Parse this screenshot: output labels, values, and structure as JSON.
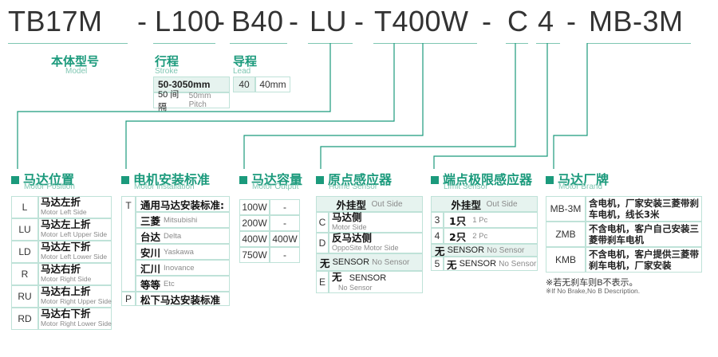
{
  "code": {
    "parts": [
      "TB17M",
      "-",
      "L100",
      "-",
      "B40",
      "-",
      "LU",
      "-",
      "T400W",
      "-",
      "C",
      "4",
      "-",
      "MB-3M"
    ]
  },
  "model_block": {
    "cn": "本体型号",
    "en": "Model"
  },
  "stroke_block": {
    "cn": "行程",
    "en": "Stroke",
    "range": "50-3050mm",
    "pitch_cn": "50 间隔",
    "pitch_en": "50mm Pitch"
  },
  "lead_block": {
    "cn": "导程",
    "en": "Lead",
    "code": "40",
    "value": "40mm"
  },
  "motor_position": {
    "cn": "马达位置",
    "en": "Motor Position",
    "rows": [
      {
        "code": "L",
        "cn": "马达左折",
        "en": "Motor Left Side"
      },
      {
        "code": "LU",
        "cn": "马达左上折",
        "en": "Motor Left Upper Side"
      },
      {
        "code": "LD",
        "cn": "马达左下折",
        "en": "Motor Left Lower Side"
      },
      {
        "code": "R",
        "cn": "马达右折",
        "en": "Motor Right Side"
      },
      {
        "code": "RU",
        "cn": "马达右上折",
        "en": "Motor Right Upper Side"
      },
      {
        "code": "RD",
        "cn": "马达右下折",
        "en": "Motor Right Lower Side"
      }
    ]
  },
  "motor_installation": {
    "cn": "电机安装标准",
    "en": "Motor installation",
    "t_code": "T",
    "t_label": "通用马达安装标准:",
    "brands": [
      {
        "cn": "三菱",
        "en": "Mitsubishi"
      },
      {
        "cn": "台达",
        "en": "Delta"
      },
      {
        "cn": "安川",
        "en": "Yaskawa"
      },
      {
        "cn": "汇川",
        "en": "Inovance"
      },
      {
        "cn": "等等",
        "en": "Etc"
      }
    ],
    "p_code": "P",
    "p_label": "松下马达安装标准"
  },
  "motor_output": {
    "cn": "马达容量",
    "en": "Motor Output",
    "rows": [
      {
        "power": "100W",
        "val": "-"
      },
      {
        "power": "200W",
        "val": "-"
      },
      {
        "power": "400W",
        "val": "400W"
      },
      {
        "power": "750W",
        "val": "-"
      }
    ]
  },
  "home_sensor": {
    "cn": "原点感应器",
    "en": "Home Sensor",
    "header_cn": "外挂型",
    "header_en": "Out Side",
    "c_code": "C",
    "c_cn": "马达侧",
    "c_en": "Motor Side",
    "d_code": "D",
    "d_cn": "反马达侧",
    "d_en": "OppoSite Motor Side",
    "nosensor_cn": "无",
    "nosensor_mid": "SENSOR",
    "nosensor_en": "No Sensor",
    "e_code": "E",
    "e_cn": "无",
    "e_mid": "SENSOR",
    "e_en": "No Sensor"
  },
  "limit_sensor": {
    "cn": "端点极限感应器",
    "en": "Limit Sensor",
    "header_cn": "外挂型",
    "header_en": "Out Side",
    "rows": [
      {
        "code": "3",
        "cn": "1只",
        "en": "1 Pc"
      },
      {
        "code": "4",
        "cn": "2只",
        "en": "2 Pc"
      }
    ],
    "nosensor_cn": "无",
    "nosensor_mid": "SENSOR",
    "nosensor_en": "No Sensor",
    "five_code": "5",
    "five_cn": "无",
    "five_mid": "SENSOR",
    "five_en": "No Sensor"
  },
  "motor_brand": {
    "cn": "马达厂牌",
    "en": "Motor Brand",
    "rows": [
      {
        "code": "MB-3M",
        "text": "含电机，厂家安装三菱带刹车电机，线长3米"
      },
      {
        "code": "ZMB",
        "text": "不含电机，客户自己安装三菱带刹车电机"
      },
      {
        "code": "KMB",
        "text": "不含电机，客户提供三菱带刹车电机，厂家安装"
      }
    ],
    "note_cn": "※若无刹车则B不表示。",
    "note_en": "※If No Brake,No B Description."
  },
  "colors": {
    "accent": "#1b9a7c",
    "shade": "#e6f3ef",
    "border": "#bfe2d8"
  }
}
